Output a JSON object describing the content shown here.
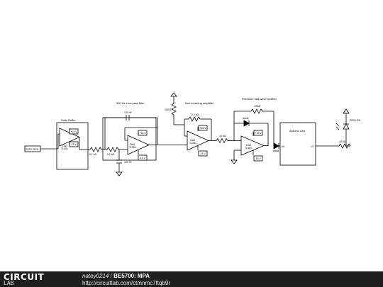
{
  "labels": {
    "unity_buffer": "Unity Buffer",
    "lowpass": "300 Hz Low-pass filter",
    "noninverting": "Non-inverting amplifier",
    "rectifier": "Precision half-wave rectifier",
    "audio_input": "Audio input",
    "oa1": "OA1",
    "oa2": "OA2",
    "oa3": "OA3",
    "oa4": "OA4",
    "opamp_model": "TL081",
    "plus15": "+15 V",
    "minus15": "-15 V",
    "r1": "5.1 kΩ",
    "r2": "5.1 kΩ",
    "c_feedback": "100 nF",
    "c_ground": "100 nF",
    "r_ground": "200 Ω",
    "r_feedback3": "2.2 kΩ",
    "r_in4": "10 kΩ",
    "r_feedback4": "10 kΩ",
    "diode_fb": "diode",
    "diode_out": "diode",
    "arduino": "Arduino Uno",
    "pin_a0": "A0",
    "pin_13": "13",
    "r_led": "10 kΩ",
    "led": "RED LED"
  },
  "footer": {
    "brand_top": "CIRCUIT",
    "brand_bottom": "LAB",
    "author": "natey0214",
    "separator": "/",
    "project": "BE5700: MPA",
    "url": "http://circuitlab.com/ctmnmc7ftqb9r"
  }
}
